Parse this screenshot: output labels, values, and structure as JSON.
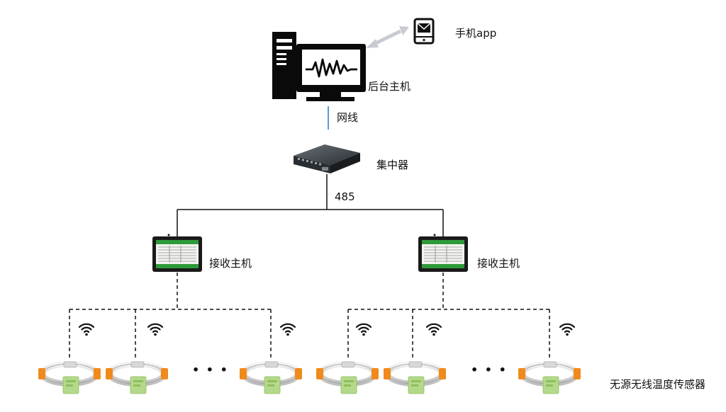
{
  "labels": {
    "mobile_app": "手机app",
    "host_computer": "后台主机",
    "network_cable": "网线",
    "concentrator": "集中器",
    "bus": "485",
    "receiver_left": "接收主机",
    "receiver_right": "接收主机",
    "sensors": "无源无线温度传感器"
  },
  "ellipsis_glyph": "• • •",
  "icons": {
    "mobile": "mobile-phone-icon",
    "computer": "desktop-computer-icon",
    "concentrator": "concentrator-device-icon",
    "receiver": "receiver-screen-icon",
    "wifi": "wifi-icon",
    "sensor": "ring-temperature-sensor-icon"
  },
  "colors": {
    "line": "#111111",
    "cable": "#5b9bd5",
    "arrow": "#c8ccd2",
    "sensor_clip": "#f08a1c",
    "sensor_tag": "#b4d98a",
    "screen_green": "#2f9a3a"
  }
}
